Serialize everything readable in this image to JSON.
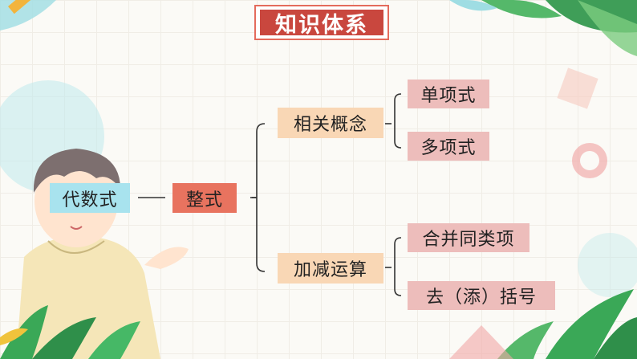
{
  "title": "知识体系",
  "root": "代数式",
  "main": "整式",
  "branches": [
    {
      "label": "相关概念",
      "children": [
        "单项式",
        "多项式"
      ]
    },
    {
      "label": "加减运算",
      "children": [
        "合并同类项",
        "去（添）括号"
      ]
    }
  ],
  "colors": {
    "title_bg": "#c9473e",
    "root_bg": "#a8e3ee",
    "main_bg": "#e8735f",
    "branch_bg": "#f9d7b5",
    "leaf_bg": "#edbdbb"
  }
}
